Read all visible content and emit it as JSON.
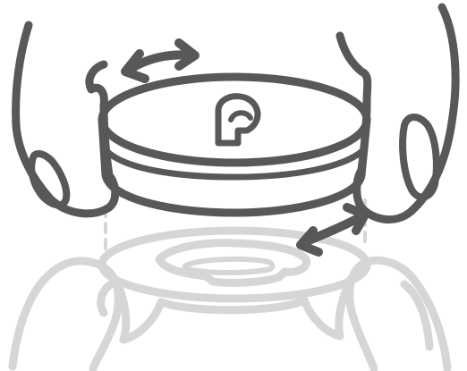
{
  "illustration": {
    "dark_stroke": "#585858",
    "light_stroke": "#d6d6d6",
    "background": "#ffffff",
    "icons": {
      "upper_arrow": "double-arrow-curved",
      "lower_arrow": "double-arrow-curved",
      "cap_logo": "logo-glyph"
    }
  }
}
